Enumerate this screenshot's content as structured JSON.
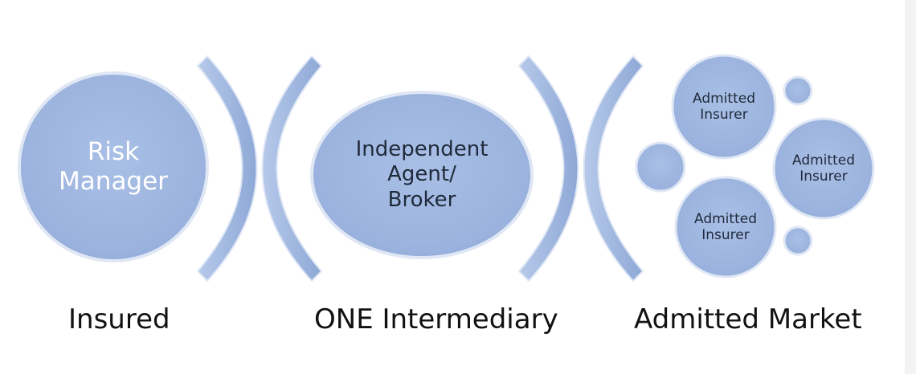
{
  "colors": {
    "circle_fill": "#9fb6df",
    "circle_stroke": "#d6e0f2",
    "bracket_fill": "#9fb6df",
    "risk_manager_text": "#ffffff",
    "text_dark": "#1f2a3a"
  },
  "risk_manager": {
    "label": "Risk\nManager"
  },
  "intermediary": {
    "label": "Independent\nAgent/\nBroker"
  },
  "insurers": [
    {
      "label": "Admitted\nInsurer"
    },
    {
      "label": "Admitted\nInsurer"
    },
    {
      "label": "Admitted\nInsurer"
    }
  ],
  "bottom_labels": {
    "insured": "Insured",
    "one_intermediary": "ONE Intermediary",
    "admitted_market": "Admitted Market"
  }
}
